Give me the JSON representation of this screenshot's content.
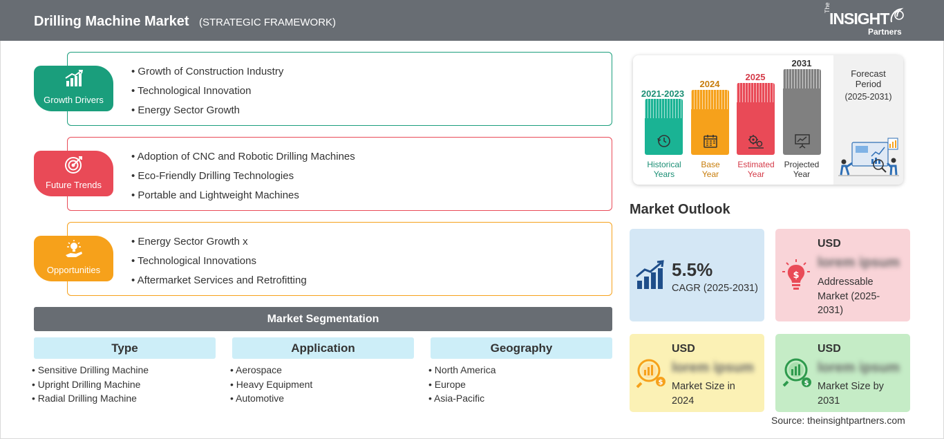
{
  "header": {
    "title": "Drilling Machine Market",
    "subtitle": "(STRATEGIC FRAMEWORK)",
    "logo": {
      "the": "The",
      "main": "INSIGHT",
      "partners": "Partners"
    }
  },
  "framework": [
    {
      "label": "Growth Drivers",
      "icon": "bar-chart-growth-icon",
      "color": "#1a9e7c",
      "items": [
        "Growth of Construction Industry",
        "Technological Innovation",
        "Energy Sector Growth"
      ]
    },
    {
      "label": "Future Trends",
      "icon": "target-icon",
      "color": "#e94a57",
      "items": [
        "Adoption of CNC and Robotic Drilling Machines",
        "Eco-Friendly Drilling Technologies",
        "Portable and Lightweight Machines"
      ]
    },
    {
      "label": "Opportunities",
      "icon": "lightbulb-hand-icon",
      "color": "#f6a11b",
      "items": [
        "Energy Sector Growth x",
        "Technological Innovations",
        "Aftermarket Services and Retrofitting"
      ]
    }
  ],
  "segmentation": {
    "title": "Market Segmentation",
    "columns": [
      {
        "heading": "Type",
        "items": [
          "Sensitive Drilling Machine",
          "Upright Drilling Machine",
          "Radial Drilling Machine"
        ]
      },
      {
        "heading": "Application",
        "items": [
          "Aerospace",
          "Heavy Equipment",
          "Automotive"
        ]
      },
      {
        "heading": "Geography",
        "items": [
          "North America",
          "Europe",
          "Asia-Pacific"
        ]
      }
    ]
  },
  "timeline": {
    "bars": [
      {
        "year": "2021-2023",
        "caption_line1": "Historical",
        "caption_line2": "Years",
        "color": "#1ab394",
        "text_color": "#1a8e74",
        "icon": "history-icon"
      },
      {
        "year": "2024",
        "caption_line1": "Base",
        "caption_line2": "Year",
        "color": "#f6a11b",
        "text_color": "#c77c0a",
        "icon": "calendar-icon"
      },
      {
        "year": "2025",
        "caption_line1": "Estimated",
        "caption_line2": "Year",
        "color": "#e94a57",
        "text_color": "#d43a48",
        "icon": "gears-icon"
      },
      {
        "year": "2031",
        "caption_line1": "Projected",
        "caption_line2": "Year",
        "color": "#808080",
        "text_color": "#333333",
        "icon": "presentation-chart-icon"
      }
    ],
    "forecast_title_line1": "Forecast",
    "forecast_title_line2": "Period",
    "forecast_range": "(2025-2031)"
  },
  "outlook": {
    "title": "Market Outlook",
    "cagr_value": "5.5%",
    "cagr_label": "CAGR (2025-2031)",
    "addressable": {
      "usd": "USD",
      "value": "lorem ipsum",
      "desc_line1": "Addressable",
      "desc_line2": "Market (2025-",
      "desc_line3": "2031)"
    },
    "size_2024": {
      "usd": "USD",
      "value": "lorem ipsum",
      "desc_line1": "Market Size in",
      "desc_line2": "2024"
    },
    "size_2031": {
      "usd": "USD",
      "value": "lorem ipsum",
      "desc_line1": "Market Size by",
      "desc_line2": "2031"
    }
  },
  "source": "Source: theinsightpartners.com"
}
